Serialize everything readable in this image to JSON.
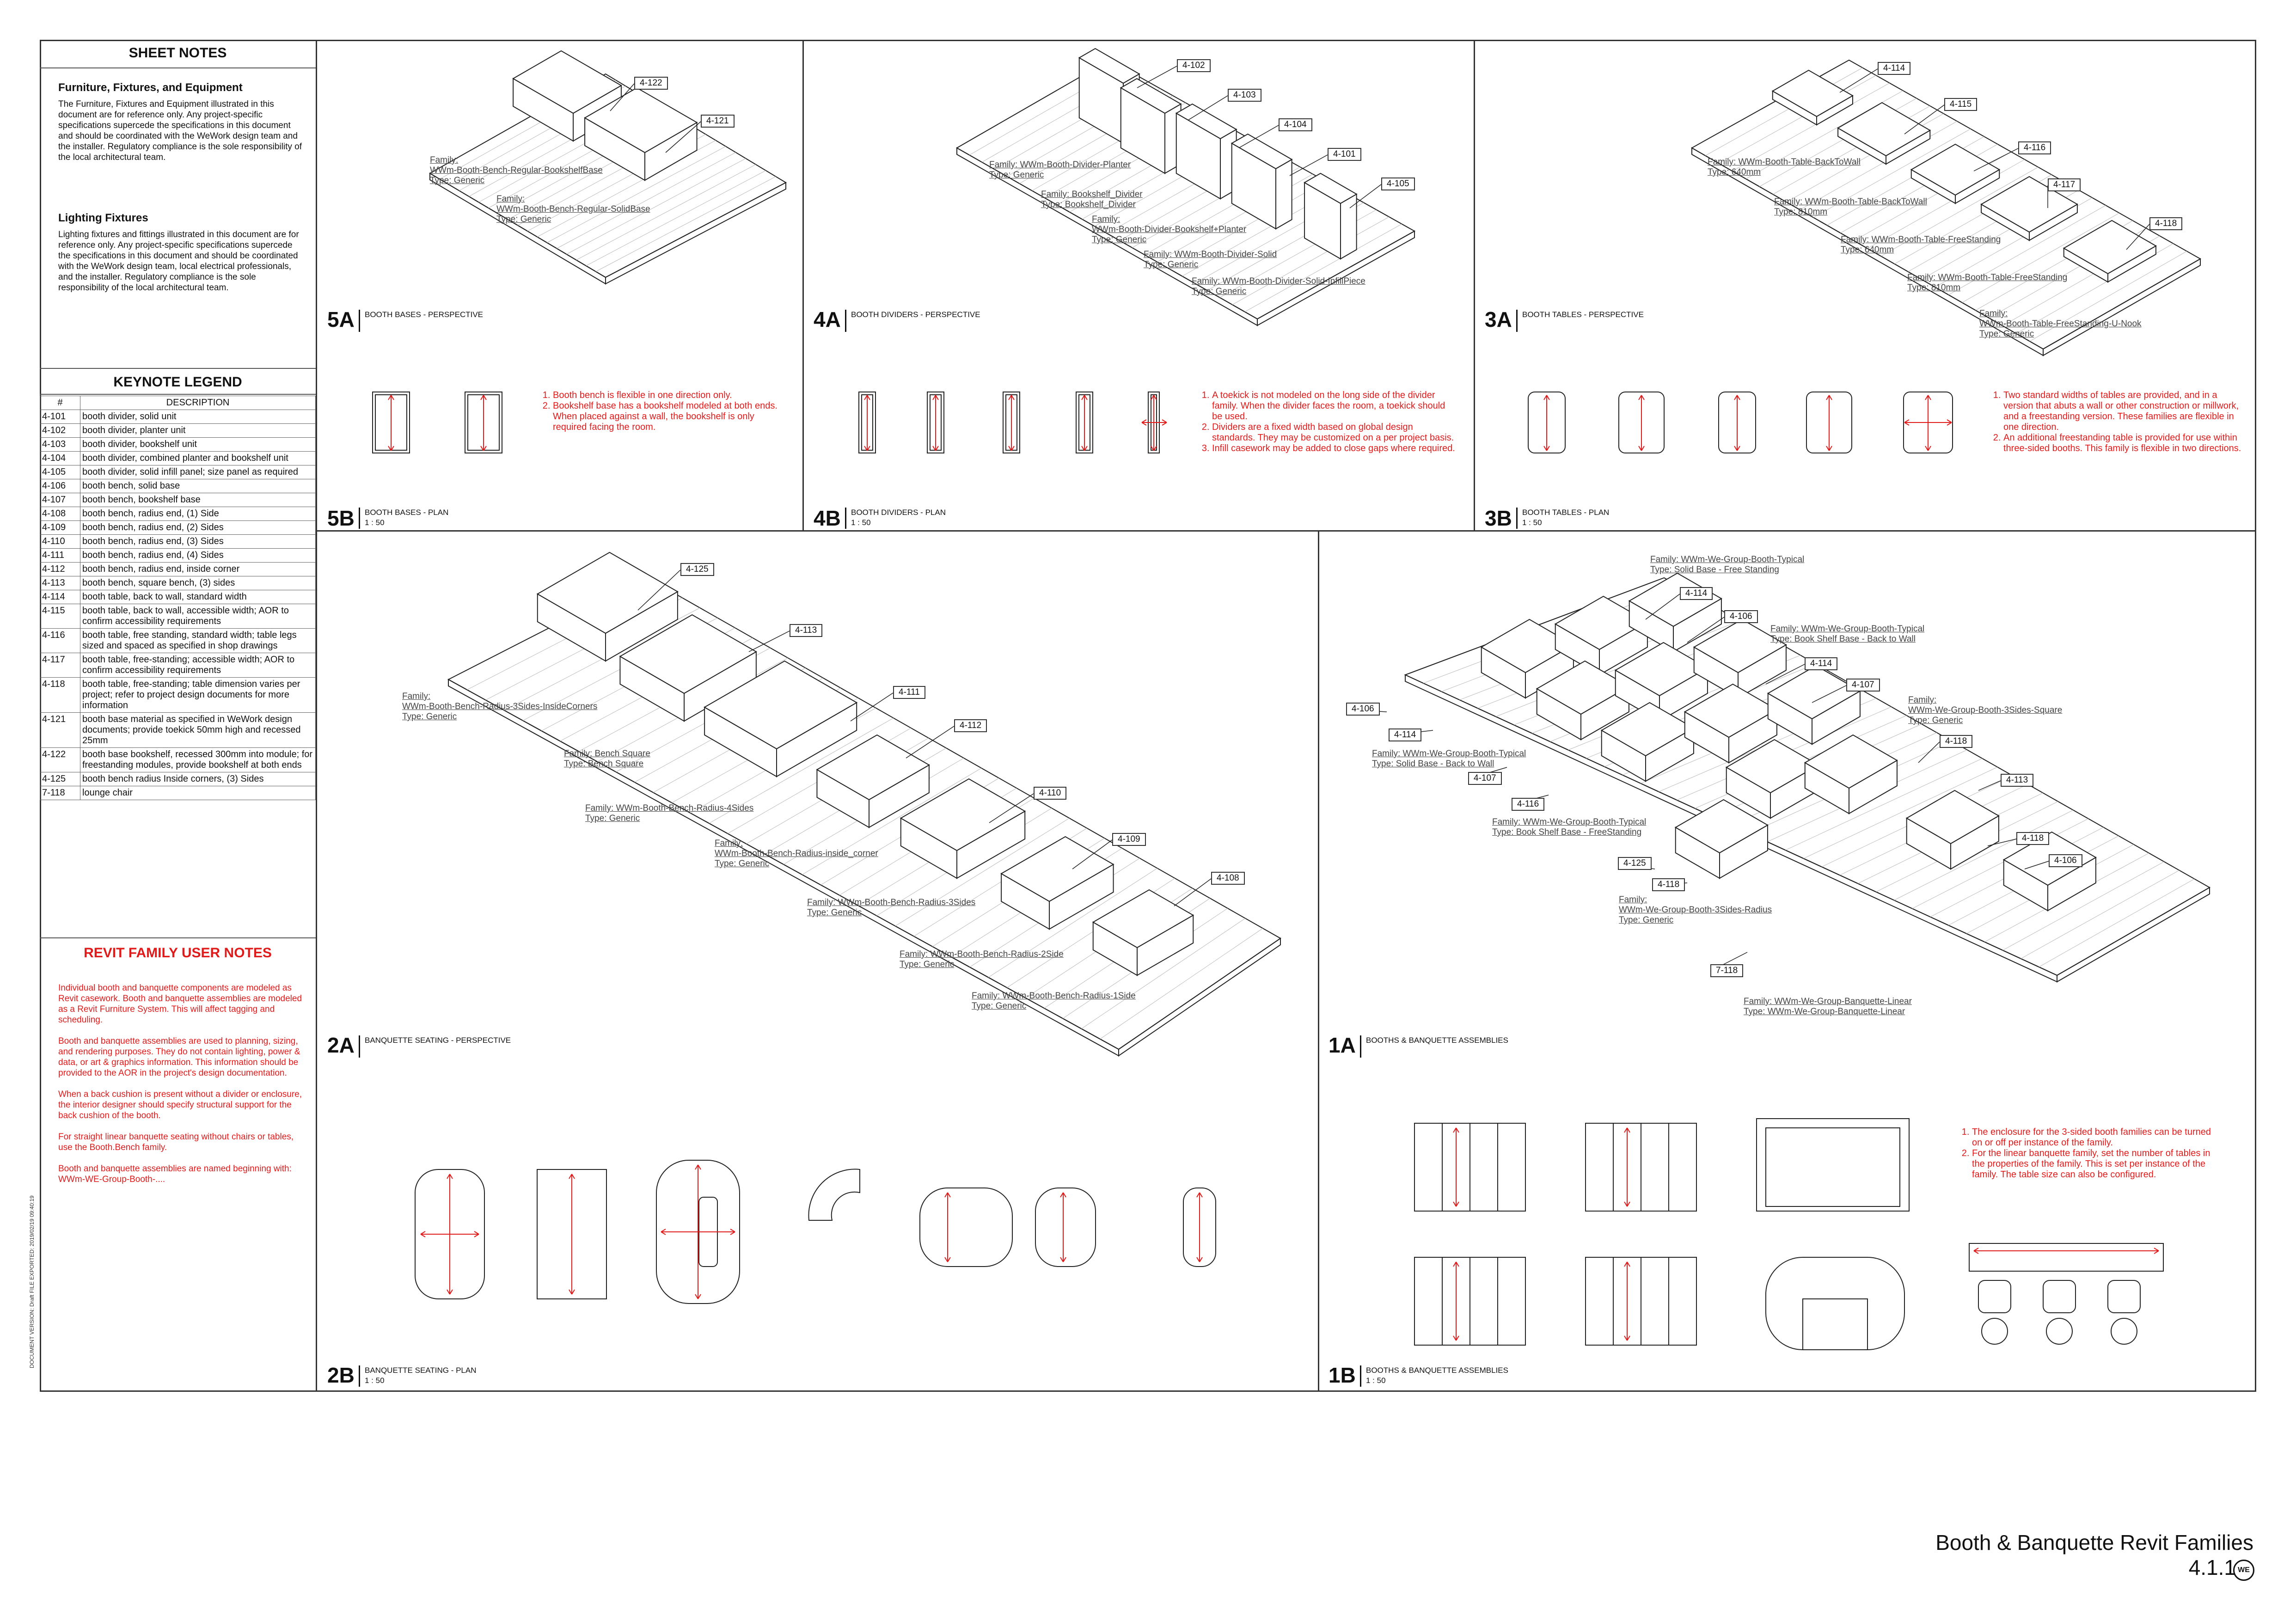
{
  "sheet_notes": {
    "title": "SHEET NOTES",
    "sections": [
      {
        "heading": "Furniture, Fixtures, and Equipment",
        "body": "The Furniture, Fixtures and Equipment illustrated in this document are for reference only. Any project-specific specifications supercede the specifications in this document and should be coordinated with the WeWork design team and the installer. Regulatory compliance is the sole responsibility of the local architectural team."
      },
      {
        "heading": "Lighting Fixtures",
        "body": "Lighting fixtures and fittings illustrated in this document are for reference only. Any project-specific specifications supercede the specifications in this document and should be coordinated with the WeWork design team, local electrical professionals, and the installer. Regulatory compliance is the sole responsibility of the local architectural team."
      }
    ]
  },
  "keynote_legend": {
    "title": "KEYNOTE LEGEND",
    "col_num": "#",
    "col_desc": "DESCRIPTION",
    "rows": [
      [
        "4-101",
        "booth divider, solid unit"
      ],
      [
        "4-102",
        "booth divider, planter unit"
      ],
      [
        "4-103",
        "booth divider, bookshelf unit"
      ],
      [
        "4-104",
        "booth divider, combined planter and bookshelf unit"
      ],
      [
        "4-105",
        "booth divider, solid infill panel; size panel as required"
      ],
      [
        "4-106",
        "booth bench, solid base"
      ],
      [
        "4-107",
        "booth bench, bookshelf base"
      ],
      [
        "4-108",
        "booth bench, radius end, (1) Side"
      ],
      [
        "4-109",
        "booth bench, radius end, (2) Sides"
      ],
      [
        "4-110",
        "booth bench, radius end, (3) Sides"
      ],
      [
        "4-111",
        "booth bench, radius end, (4) Sides"
      ],
      [
        "4-112",
        "booth bench, radius end, inside corner"
      ],
      [
        "4-113",
        "booth bench, square bench, (3) sides"
      ],
      [
        "4-114",
        "booth table, back to wall, standard width"
      ],
      [
        "4-115",
        "booth table, back to wall, accessible width; AOR to confirm accessibility requirements"
      ],
      [
        "4-116",
        "booth table, free standing, standard width; table legs sized and spaced as specified in shop drawings"
      ],
      [
        "4-117",
        "booth table, free-standing; accessible width; AOR to confirm accessibility requirements"
      ],
      [
        "4-118",
        "booth table, free-standing; table dimension varies per project; refer to project design documents for more information"
      ],
      [
        "4-121",
        "booth base material as specified in WeWork design documents; provide toekick 50mm high and recessed 25mm"
      ],
      [
        "4-122",
        "booth base bookshelf, recessed 300mm into module; for freestanding modules, provide bookshelf at both ends"
      ],
      [
        "4-125",
        "booth bench radius Inside corners, (3) Sides"
      ],
      [
        "7-118",
        "lounge chair"
      ]
    ]
  },
  "revit_notes": {
    "title": "REVIT FAMILY USER NOTES",
    "paragraphs": [
      "Individual booth and banquette components are modeled as Revit casework. Booth and banquette assemblies are modeled as a Revit Furniture System. This will affect tagging and scheduling.",
      "Booth and banquette assemblies are used to planning, sizing, and rendering purposes. They do not contain lighting, power & data, or art & graphics information. This information should be provided to the AOR in the project's design documentation.",
      "When a back cushion is present without a divider or enclosure, the interior designer should specify structural support for the back cushion of the booth.",
      "For straight linear banquette seating without chairs or tables, use the Booth.Bench family.",
      "Booth and banquette assemblies are named beginning with: WWm-WE-Group-Booth-...."
    ]
  },
  "panels": {
    "p5a": {
      "tag": "5A",
      "title": "BOOTH BASES - PERSPECTIVE"
    },
    "p4a": {
      "tag": "4A",
      "title": "BOOTH DIVIDERS - PERSPECTIVE"
    },
    "p3a": {
      "tag": "3A",
      "title": "BOOTH TABLES - PERSPECTIVE"
    },
    "p5b": {
      "tag": "5B",
      "title": "BOOTH BASES - PLAN",
      "scale": "1 : 50"
    },
    "p4b": {
      "tag": "4B",
      "title": "BOOTH DIVIDERS - PLAN",
      "scale": "1 : 50"
    },
    "p3b": {
      "tag": "3B",
      "title": "BOOTH TABLES - PLAN",
      "scale": "1 : 50"
    },
    "p2a": {
      "tag": "2A",
      "title": "BANQUETTE SEATING - PERSPECTIVE"
    },
    "p1a": {
      "tag": "1A",
      "title": "BOOTHS & BANQUETTE ASSEMBLIES"
    },
    "p2b": {
      "tag": "2B",
      "title": "BANQUETTE SEATING - PLAN",
      "scale": "1 : 50"
    },
    "p1b": {
      "tag": "1B",
      "title": "BOOTHS & BANQUETTE ASSEMBLIES",
      "scale": "1 : 50"
    }
  },
  "notes_5b": [
    "Booth bench is flexible in one direction only.",
    "Bookshelf base has a bookshelf modeled at both ends. When placed against a wall, the bookshelf is only required facing the room."
  ],
  "notes_4b": [
    "A toekick is not modeled on the long side of the divider family. When the divider faces the room, a toekick should be used.",
    "Dividers are a fixed width based on global design standards. They may be customized on a per project basis.",
    "Infill casework may be added to close gaps where required."
  ],
  "notes_3b": [
    "Two standard widths of tables are provided, and in a version that abuts a wall or other construction or millwork, and a freestanding version. These families are flexible in one direction.",
    "An additional freestanding table is provided for use within three-sided booths. This family is flexible in two directions."
  ],
  "notes_1b": [
    "The enclosure for the 3-sided booth families can be turned on or off per instance of the family.",
    "For the linear banquette family, set the number of tables in the properties of the family. This is set per instance of the family. The table size can also be configured."
  ],
  "fam_5a": [
    "Family:\nWWm-Booth-Bench-Regular-BookshelfBase\nType: Generic",
    "Family:\nWWm-Booth-Bench-Regular-SolidBase\nType: Generic"
  ],
  "fam_4a": [
    "Family: WWm-Booth-Divider-Planter\nType: Generic",
    "Family: Bookshelf_Divider\nType: Bookshelf_Divider",
    "Family:\nWWm-Booth-Divider-Bookshelf+Planter\nType: Generic",
    "Family: WWm-Booth-Divider-Solid\nType: Generic",
    "Family: WWm-Booth-Divider-Solid-InfillPiece\nType: Generic"
  ],
  "fam_3a": [
    "Family: WWm-Booth-Table-BackToWall\nType: 640mm",
    "Family: WWm-Booth-Table-BackToWall\nType: 810mm",
    "Family: WWm-Booth-Table-FreeStanding\nType: 640mm",
    "Family: WWm-Booth-Table-FreeStanding\nType: 810mm",
    "Family:\nWWm-Booth-Table-FreeStanding-U-Nook\nType: Generic"
  ],
  "fam_2a": [
    "Family:\nWWm-Booth-Bench-Radius-3Sides-InsideCorners\nType: Generic",
    "Family: Bench Square\nType: Bench Square",
    "Family: WWm-Booth-Bench-Radius-4Sides\nType: Generic",
    "Family:\nWWm-Booth-Bench-Radius-inside_corner\nType: Generic",
    "Family: WWm-Booth-Bench-Radius-3Sides\nType: Generic",
    "Family: WWm-Booth-Bench-Radius-2Side\nType: Generic",
    "Family: WWm-Booth-Bench-Radius-1Side\nType: Generic"
  ],
  "fam_1a": [
    "Family: WWm-We-Group-Booth-Typical\nType: Solid Base - Free Standing",
    "Family: WWm-We-Group-Booth-Typical\nType: Book Shelf Base - Back to Wall",
    "Family:\nWWm-We-Group-Booth-3Sides-Square\nType: Generic",
    "Family: WWm-We-Group-Booth-Typical\nType: Solid Base - Back to Wall",
    "Family: WWm-We-Group-Booth-Typical\nType: Book Shelf Base - FreeStanding",
    "Family:\nWWm-We-Group-Booth-3Sides-Radius\nType: Generic",
    "Family: WWm-We-Group-Banquette-Linear\nType: WWm-We-Group-Banquette-Linear"
  ],
  "keys_5a": [
    "4-122",
    "4-121"
  ],
  "keys_4a": [
    "4-102",
    "4-103",
    "4-104",
    "4-101",
    "4-105"
  ],
  "keys_3a": [
    "4-114",
    "4-115",
    "4-116",
    "4-117",
    "4-118"
  ],
  "keys_2a": [
    "4-125",
    "4-113",
    "4-111",
    "4-112",
    "4-110",
    "4-109",
    "4-108"
  ],
  "keys_1a": [
    "4-114",
    "4-106",
    "4-114",
    "4-107",
    "4-106",
    "4-114",
    "4-107",
    "4-116",
    "4-118",
    "4-113",
    "4-118",
    "4-106",
    "4-125",
    "4-118",
    "7-118"
  ],
  "footer": {
    "title": "Booth & Banquette Revit Families",
    "number": "4.1.1",
    "logo": "WE"
  },
  "vertical_text": "DOCUMENT VERSION: Draft     FILE EXPORTED: 2019/02/19 09:40:19"
}
